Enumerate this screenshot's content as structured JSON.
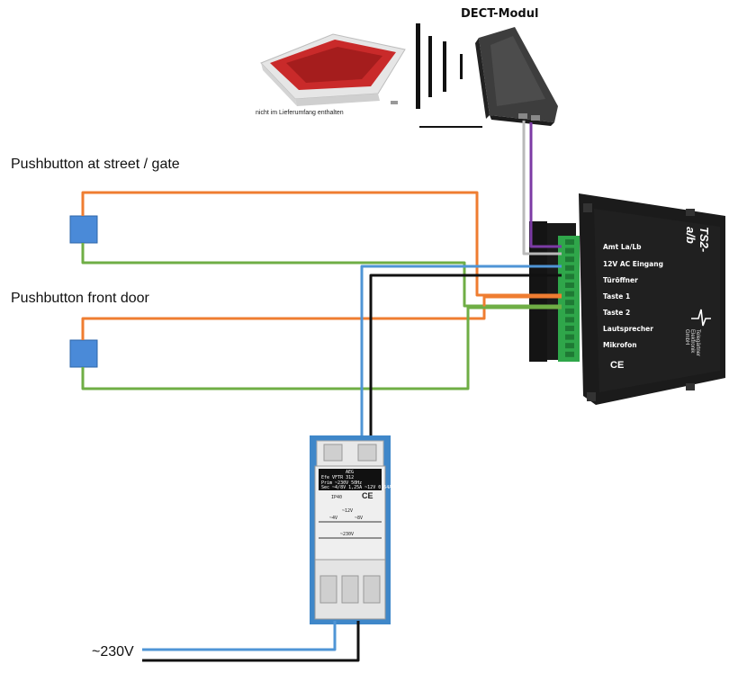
{
  "labels": {
    "dect": "DECT-Modul",
    "router_caption": "nicht im Lieferumfang enthalten",
    "street_gate": "Pushbutton at street / gate",
    "front_door": "Pushbutton front door",
    "mains": "~230V"
  },
  "ts_module": {
    "brand": "TS2-a/b",
    "vendor": "Telegärtner Elektronik GmbH",
    "ce": "CE",
    "terminals": [
      "Amt La/Lb",
      "12V AC Eingang",
      "Türöffner",
      "Taste 1",
      "Taste 2",
      "Lautsprecher",
      "Mikrofon"
    ]
  },
  "psu": {
    "make": "AEG",
    "model": "Efe VFTR 312",
    "prim": "Prim ~230V 50Hz",
    "sec": "Sec ~4/8V 1,25A ~12V 0,64A",
    "ip": "IP40",
    "ce": "CE",
    "v12": "~12V",
    "v4": "~4V",
    "v8": "~8V",
    "v230": "~230V"
  },
  "colors": {
    "orange_wire": "#ef7d31",
    "green_wire": "#6fae45",
    "blue_wire": "#4f95d6",
    "black_wire": "#111111",
    "purple_wire": "#7c3ba5",
    "grey_wire": "#b9b9b9",
    "button_fill": "#4a8ad8"
  }
}
